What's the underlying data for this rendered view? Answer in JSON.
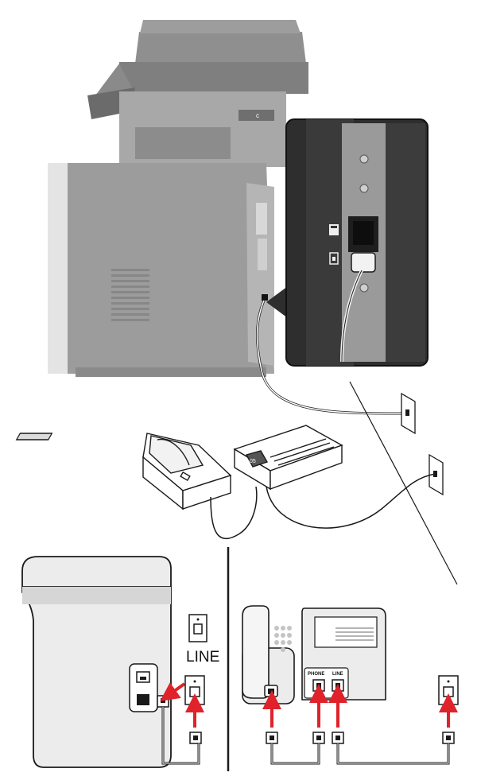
{
  "labels": {
    "line_wall": "LINE",
    "port_phone": "PHONE",
    "port_line": "LINE",
    "answering_machine_display": "05"
  },
  "colors": {
    "printer_body": "#a4a4a4",
    "printer_dark": "#7d7d7d",
    "printer_light": "#c8c8c8",
    "inset_bg": "#2e2e2e",
    "arrow_red": "#e0222a",
    "outline": "#1a1a1a"
  },
  "icons": [
    "phone-jack-icon",
    "line-jack-icon",
    "red-arrow-icon",
    "wall-jack-icon",
    "rj11-plug-icon"
  ]
}
